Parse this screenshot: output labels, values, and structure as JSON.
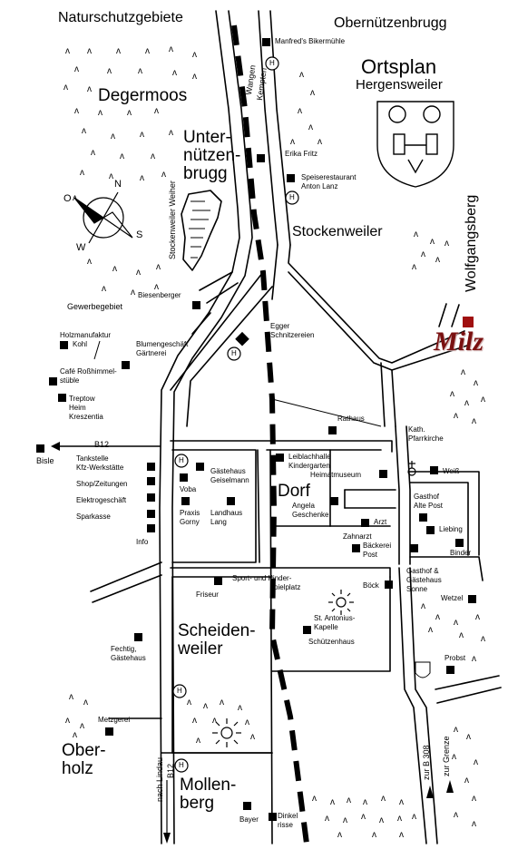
{
  "title": "Ortsplan",
  "subtitle": "Hergensweiler",
  "brand": {
    "text": "Milz",
    "color": "#8b1a1a"
  },
  "areas": {
    "naturschutz": "Naturschutzgebiete",
    "obernuetzenbrugg": "Obernützenbrugg",
    "degermoos": "Degermoos",
    "unternuetzenbrugg": [
      "Unter-",
      "nützen-",
      "brugg"
    ],
    "stockenweiler": "Stockenweiler",
    "wolfgangsberg": "Wolfgangsberg",
    "dorf": "Dorf",
    "scheidenweiler": [
      "Scheiden-",
      "weiler"
    ],
    "oberholz": [
      "Ober-",
      "holz"
    ],
    "mollenberg": [
      "Mollen-",
      "berg"
    ]
  },
  "roads": {
    "wangen": "Wangen",
    "kempten": "Kempten",
    "weiher": "Stockenweiler Weiher",
    "gewerbegebiet": "Gewerbegebiet",
    "b12": "B12",
    "b12_south": "B12",
    "nach_lindau": "nach Lindau",
    "zur_b308": "zur B 308",
    "zur_grenze": "zur Grenze",
    "bisle": "Bisle"
  },
  "places": {
    "manfred": "Manfred's Bikermühle",
    "erika": "Erika Fritz",
    "lanz": [
      "Speiserestaurant",
      "Anton Lanz"
    ],
    "biesenberger": "Biesenberger",
    "egger": [
      "Egger",
      "Schnitzereien"
    ],
    "holzmanufaktur": [
      "Holzmanufaktur",
      "Kohl"
    ],
    "blumen": [
      "Blumengeschäft",
      "Gärtnerei"
    ],
    "cafe": [
      "Café Roßhimmel-",
      "stüble"
    ],
    "treptow": [
      "Treptow",
      "Heim",
      "Kreszentia"
    ],
    "rathaus": "Rathaus",
    "kirche": [
      "Kath.",
      "Pfarrkirche"
    ],
    "tankstelle": [
      "Tankstelle",
      "Kfz-Werkstätte"
    ],
    "shop": "Shop/Zeitungen",
    "elektro": "Elektrogeschäft",
    "sparkasse": "Sparkasse",
    "info": "Info",
    "gaestehaus_g": [
      "Gästehaus",
      "Geiselmann"
    ],
    "voba": "Voba",
    "praxis": [
      "Praxis",
      "Gorny"
    ],
    "landhaus": [
      "Landhaus",
      "Lang"
    ],
    "leibl": [
      "Leiblachhalle",
      "Kindergarten"
    ],
    "heimat": "Heimatmuseum",
    "weiss": "Weiß",
    "angela": [
      "Angela",
      "Geschenke"
    ],
    "arzt": "Arzt",
    "gasthof_ap": [
      "Gasthof",
      "Alte Post"
    ],
    "zahnarzt": "Zahnarzt",
    "baeckerei": [
      "Bäckerei",
      "Post"
    ],
    "liebing": "Liebing",
    "binder": "Binder",
    "sport": [
      "Sport- und Kinder-",
      "spielplatz"
    ],
    "friseur": "Friseur",
    "boeck": "Böck",
    "gasthof_sonne": [
      "Gasthof &",
      "Gästehaus",
      "Sonne"
    ],
    "wetzel": "Wetzel",
    "kapelle": [
      "St. Antonius-",
      "Kapelle"
    ],
    "schuetzen": "Schützenhaus",
    "fechtig": [
      "Fechtig,",
      "Gästehaus"
    ],
    "probst": "Probst",
    "metzgerei": "Metzgerei",
    "bayer": "Bayer",
    "dinkel": [
      "Dinkel",
      "risse"
    ]
  },
  "compass": {
    "n": "N",
    "o": "O",
    "s": "S",
    "w": "W"
  },
  "hospital_letter": "H"
}
